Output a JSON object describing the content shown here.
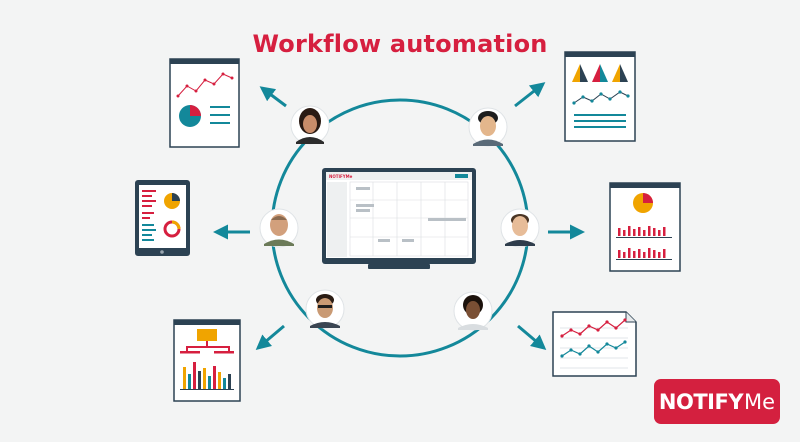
{
  "title": "Workflow automation",
  "brand": {
    "part1": "NOTIFY",
    "part2": "Me"
  },
  "monitor_logo": "NOTIFYMe",
  "colors": {
    "accent": "#d61f3f",
    "teal": "#13889a",
    "navy": "#2c4253",
    "orange": "#f0a400"
  },
  "icons": [
    "person-avatar-icon",
    "arrow-icon",
    "document-icon",
    "tablet-icon",
    "monitor-icon"
  ]
}
